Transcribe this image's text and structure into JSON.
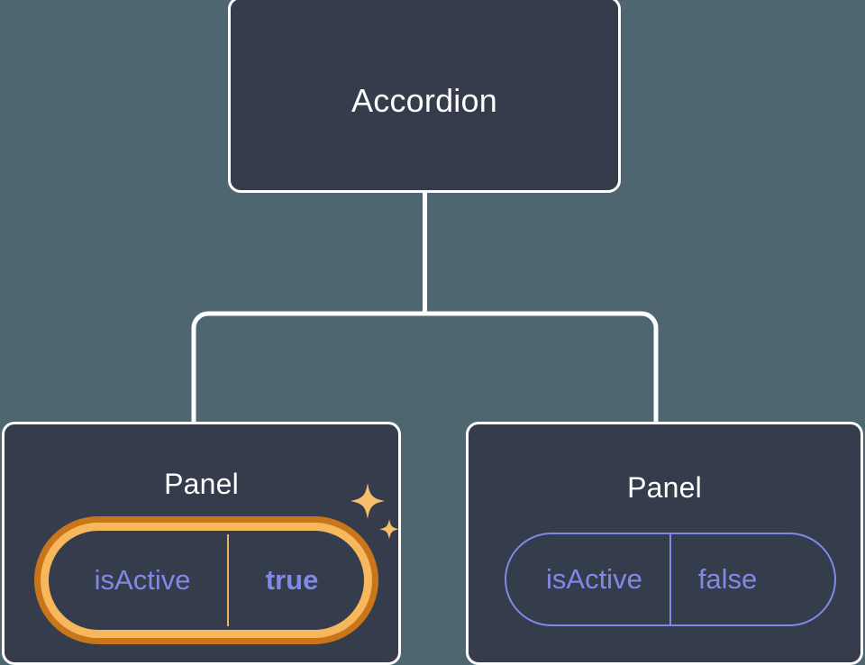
{
  "diagram": {
    "type": "component-tree",
    "background_color": "#4d6670",
    "node_fill_color": "#353c4b",
    "node_border_color": "#ffffff",
    "connector_color": "#ffffff",
    "prop_accent_color": "#8189e8",
    "highlight_outer_color": "#c9761a",
    "highlight_inner_color": "#f7b75c",
    "root": {
      "title": "Accordion"
    },
    "children": [
      {
        "title": "Panel",
        "highlighted": true,
        "prop": {
          "key": "isActive",
          "value": "true"
        },
        "sparkle_icons": [
          "sparkle-large-icon",
          "sparkle-small-icon"
        ]
      },
      {
        "title": "Panel",
        "highlighted": false,
        "prop": {
          "key": "isActive",
          "value": "false"
        }
      }
    ]
  }
}
